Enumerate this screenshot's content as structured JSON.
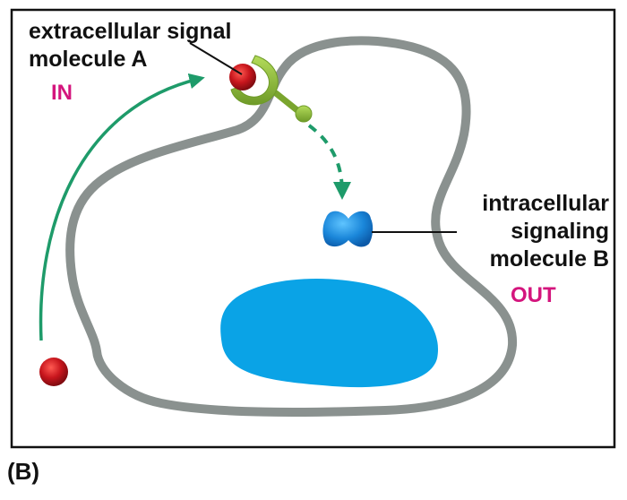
{
  "labels": {
    "extracellular_line1": "extracellular signal",
    "extracellular_line2": "molecule A",
    "in_tag": "IN",
    "intracellular_line1": "intracellular",
    "intracellular_line2": "signaling",
    "intracellular_line3": "molecule B",
    "out_tag": "OUT",
    "panel": "(B)"
  },
  "colors": {
    "frame": "#111111",
    "membrane": "#8a918f",
    "arrow": "#1e9b6a",
    "signal_molecule": "#c8161d",
    "receptor": "#8fbe3c",
    "intracellular_molecule": "#1a86d9",
    "nucleus": "#0aa3e6",
    "in_out_text": "#d4157d"
  }
}
